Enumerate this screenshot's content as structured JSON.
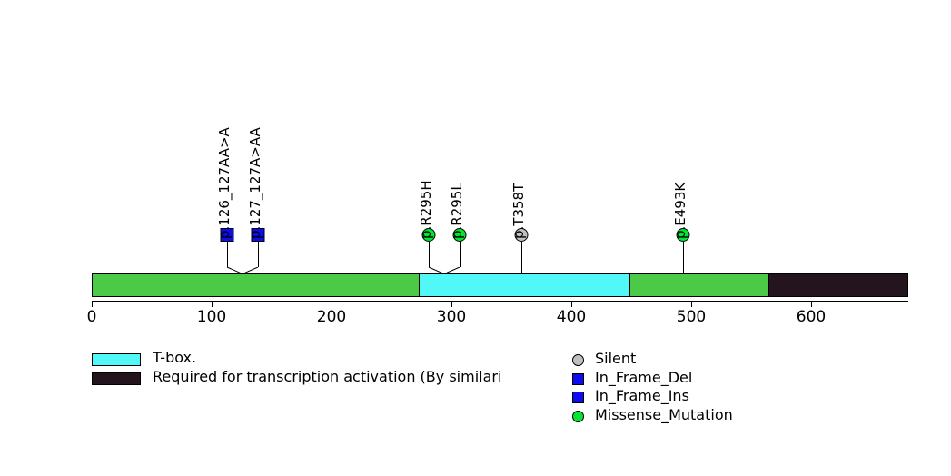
{
  "chart_data": {
    "type": "lollipop",
    "title": "",
    "xlabel": "",
    "ylabel": "",
    "protein": {
      "length": 681,
      "backbone_color": "#4CC947",
      "axis_ticks": [
        0,
        100,
        200,
        300,
        400,
        500,
        600
      ],
      "axis_range": [
        0,
        681
      ]
    },
    "domains": [
      {
        "name": "T-box.",
        "start": 273,
        "end": 449,
        "color": "#52F7F7"
      },
      {
        "name": "Required for transcription activation (By similari",
        "start": 564,
        "end": 681,
        "color": "#23141E"
      }
    ],
    "mutations": [
      {
        "label": "p.126_127AA>A",
        "position": 126,
        "anchor": 126,
        "type": "In_Frame_Del",
        "shape": "square",
        "color": "#0D0DF0"
      },
      {
        "label": "p.127_127A>AA",
        "position": 127,
        "anchor": 126,
        "type": "In_Frame_Ins",
        "shape": "square",
        "color": "#0D0DF0"
      },
      {
        "label": "p.R295H",
        "position": 295,
        "anchor": 294,
        "type": "Missense_Mutation",
        "shape": "circle",
        "color": "#00E633"
      },
      {
        "label": "p.R295L",
        "position": 295,
        "anchor": 294,
        "type": "Missense_Mutation",
        "shape": "circle",
        "color": "#00E633"
      },
      {
        "label": "p.T358T",
        "position": 358,
        "anchor": 358,
        "type": "Silent",
        "shape": "circle",
        "color": "#BFBFBF"
      },
      {
        "label": "p.E493K",
        "position": 493,
        "anchor": 493,
        "type": "Missense_Mutation",
        "shape": "circle",
        "color": "#00E633"
      }
    ]
  },
  "legend": {
    "domains": [
      {
        "label": "T-box.",
        "color": "#52F7F7"
      },
      {
        "label": "Required for transcription activation (By similari",
        "color": "#23141E"
      }
    ],
    "mutation_types": [
      {
        "label": "Silent",
        "color": "#BFBFBF",
        "shape": "circle"
      },
      {
        "label": "In_Frame_Del",
        "color": "#0D0DF0",
        "shape": "square"
      },
      {
        "label": "In_Frame_Ins",
        "color": "#0D0DF0",
        "shape": "square"
      },
      {
        "label": "Missense_Mutation",
        "color": "#00E633",
        "shape": "circle"
      }
    ]
  },
  "axis": {
    "tick_labels": [
      "0",
      "100",
      "200",
      "300",
      "400",
      "500",
      "600"
    ]
  }
}
